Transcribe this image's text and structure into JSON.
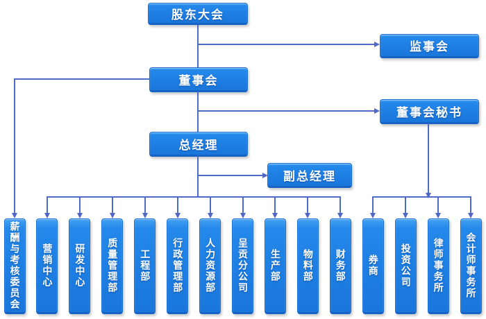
{
  "colors": {
    "node_fill": "#1e7ee3",
    "node_border": "#1563c4",
    "node_text": "#ffffff",
    "connector": "#4c6cc8",
    "background": "#ffffff"
  },
  "chart": {
    "type": "org-chart",
    "nodes": {
      "shareholders": "股东大会",
      "supervisory_board": "监事会",
      "board": "董事会",
      "board_secretary": "董事会秘书",
      "general_manager": "总经理",
      "deputy_general_manager": "副总经理"
    },
    "board_committee": [
      "薪酬与考核委员会"
    ],
    "gm_departments": [
      "营销中心",
      "研发中心",
      "质量管理部",
      "工程部",
      "行政管理部",
      "人力资源部",
      "呈贡分公司",
      "生产部",
      "物料部",
      "财务部"
    ],
    "secretary_agencies": [
      "券商",
      "投资公司",
      "律师事务所",
      "会计师事务所"
    ],
    "hierarchy": [
      {
        "from": "股东大会",
        "to": [
          "监事会",
          "董事会"
        ]
      },
      {
        "from": "董事会",
        "to": [
          "董事会秘书",
          "总经理",
          "薪酬与考核委员会"
        ]
      },
      {
        "from": "总经理",
        "to": [
          "副总经理",
          "营销中心",
          "研发中心",
          "质量管理部",
          "工程部",
          "行政管理部",
          "人力资源部",
          "呈贡分公司",
          "生产部",
          "物料部",
          "财务部"
        ]
      },
      {
        "from": "董事会秘书",
        "to": [
          "券商",
          "投资公司",
          "律师事务所",
          "会计师事务所"
        ]
      }
    ]
  }
}
